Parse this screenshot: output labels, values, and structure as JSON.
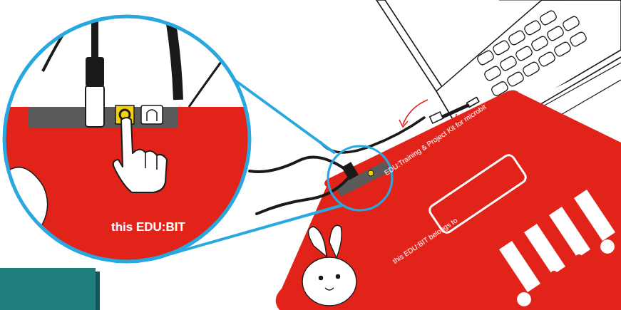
{
  "diagram": {
    "labels": [
      "EDU:Training & Project Kit for microbit",
      "this EDU:BIT belongs to",
      "this EDU:BIT"
    ]
  }
}
